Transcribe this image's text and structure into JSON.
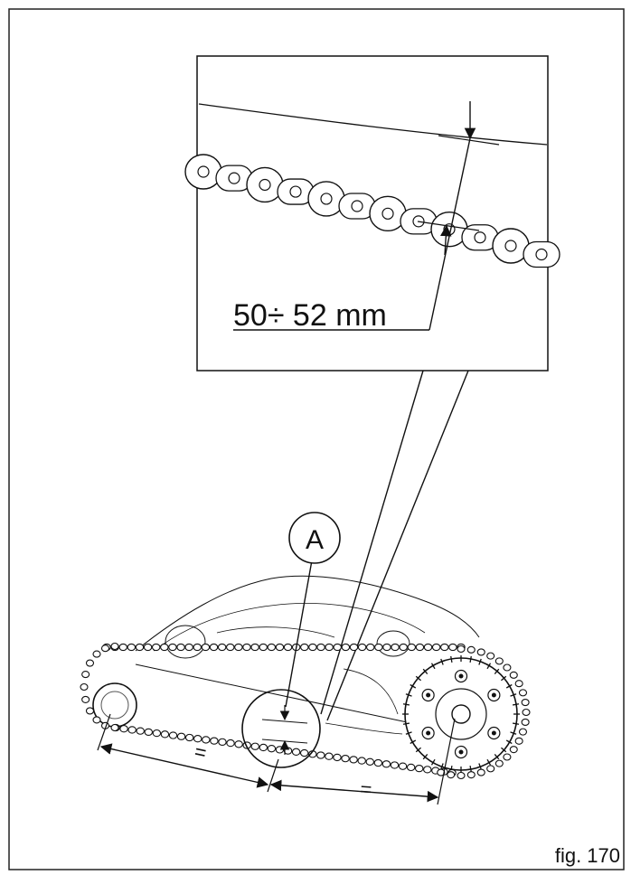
{
  "callout": {
    "measurement": "50÷ 52 mm"
  },
  "labels": {
    "point_a": "A",
    "equal_left": "=",
    "equal_right": "=",
    "figure": "fig. 170"
  },
  "colors": {
    "ink": "#111111",
    "background": "#ffffff"
  }
}
